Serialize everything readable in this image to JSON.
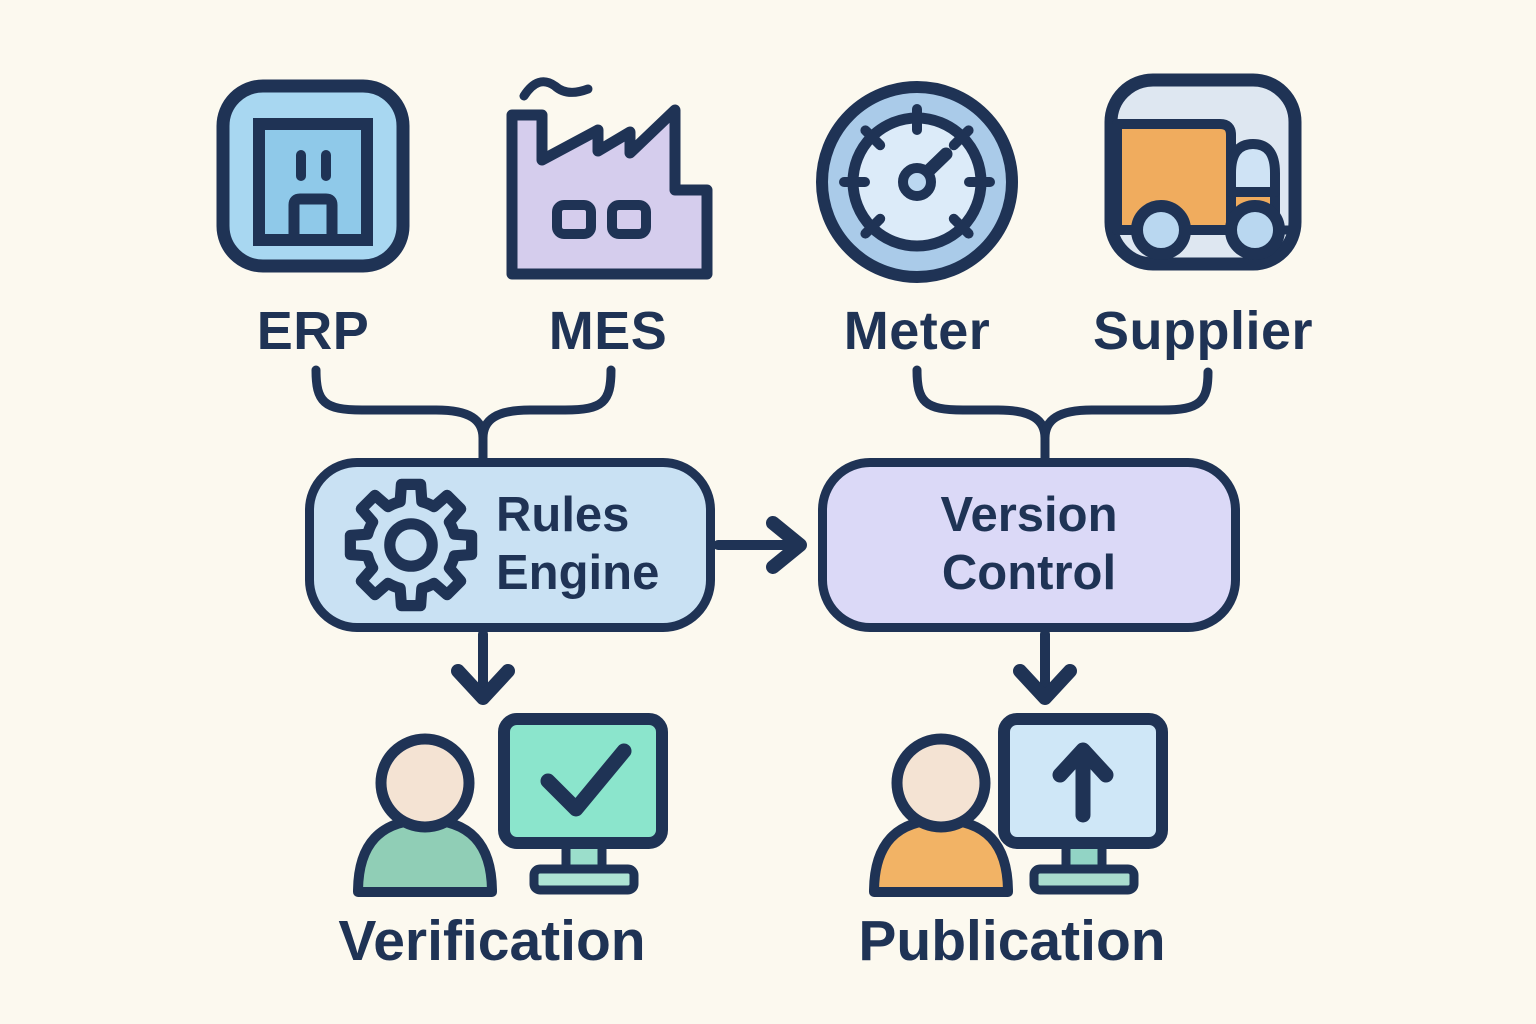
{
  "background_color": "#FCF9EF",
  "ink_color": "#1F3355",
  "sources": [
    {
      "label": "ERP",
      "icon": "building-icon",
      "fill": "#A8D7F1"
    },
    {
      "label": "MES",
      "icon": "factory-icon",
      "fill": "#D5CDED"
    },
    {
      "label": "Meter",
      "icon": "gauge-icon",
      "fill": "#AACBE9"
    },
    {
      "label": "Supplier",
      "icon": "truck-icon",
      "fill": "#F0AC5E"
    }
  ],
  "stages": [
    {
      "label": "Rules Engine",
      "icon": "gear-icon",
      "fill": "#C9E1F3"
    },
    {
      "label": "Version Control",
      "icon": null,
      "fill": "#DBD9F7"
    }
  ],
  "outputs": [
    {
      "label": "Verification",
      "icon": "person-checkmark-monitor-icon",
      "screen_fill": "#8BE5CC",
      "person_fill": "#90CEB6"
    },
    {
      "label": "Publication",
      "icon": "person-upload-monitor-icon",
      "screen_fill": "#CFE7F7",
      "person_fill": "#F2B365"
    }
  ],
  "flows": [
    "ERP → Rules Engine",
    "MES → Rules Engine",
    "Meter → Version Control",
    "Supplier → Version Control",
    "Rules Engine → Version Control",
    "Rules Engine → Verification",
    "Version Control → Publication"
  ]
}
